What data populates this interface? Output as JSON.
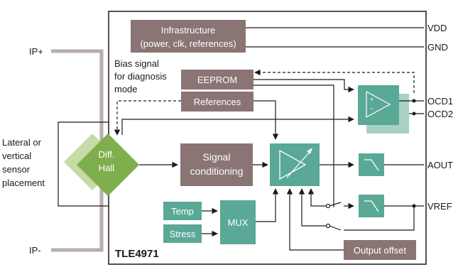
{
  "diagram": {
    "colors": {
      "taupe": "#8a7474",
      "teal": "#5aa896",
      "green": "#7fae4c",
      "green_light": "#c7dba6",
      "teal_light": "#a9d0c4",
      "gray_wire": "#b8aeae"
    },
    "chip_label": "TLE4971",
    "blocks": {
      "infrastructure": [
        "Infrastructure",
        "(power, clk, references)"
      ],
      "eeprom": "EEPROM",
      "references": "References",
      "hall": [
        "Diff.",
        "Hall"
      ],
      "signal_conditioning": [
        "Signal",
        "conditioning"
      ],
      "temp": "Temp",
      "stress": "Stress",
      "mux": "MUX",
      "output_offset": "Output offset"
    },
    "pins": {
      "vdd": "VDD",
      "gnd": "GND",
      "ocd1": "OCD1",
      "ocd2": "OCD2",
      "aout": "AOUT",
      "vref": "VREF",
      "ip_plus": "IP+",
      "ip_minus": "IP-"
    },
    "annotations": {
      "bias_signal": [
        "Bias signal",
        "for diagnosis",
        "mode"
      ],
      "sensor_placement": [
        "Lateral or",
        "vertical",
        "sensor",
        "placement"
      ]
    }
  }
}
